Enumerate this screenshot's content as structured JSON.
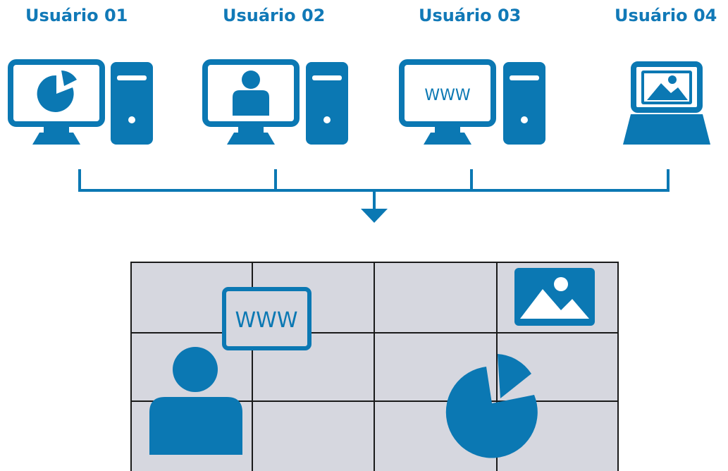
{
  "users": [
    {
      "label": "Usuário 01",
      "device": "desktop",
      "screen": "pie-chart-icon"
    },
    {
      "label": "Usuário 02",
      "device": "desktop",
      "screen": "person-icon"
    },
    {
      "label": "Usuário 03",
      "device": "desktop",
      "screen": "www-icon"
    },
    {
      "label": "Usuário 04",
      "device": "laptop",
      "screen": "image-icon"
    }
  ],
  "shared_screen": {
    "grid_rows": 3,
    "grid_cols": 4,
    "www_text": "WWW",
    "content_icons": [
      "www-icon",
      "image-icon",
      "person-icon",
      "pie-chart-icon"
    ]
  },
  "colors": {
    "accent": "#0b78b3",
    "label": "#1179b7",
    "grid_fill": "#d6d7df",
    "grid_line": "#1a1a1a"
  }
}
